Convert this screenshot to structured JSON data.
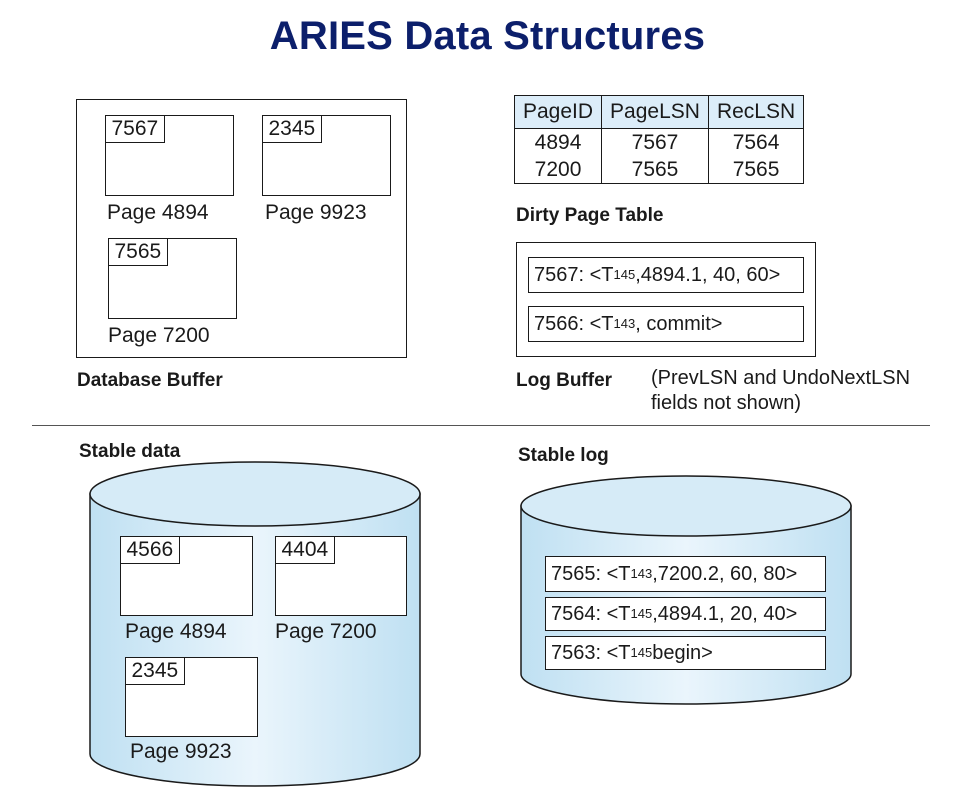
{
  "title": "ARIES Data Structures",
  "database_buffer": {
    "label": "Database Buffer",
    "pages": [
      {
        "lsn": "7567",
        "caption": "Page 4894"
      },
      {
        "lsn": "2345",
        "caption": "Page 9923"
      },
      {
        "lsn": "7565",
        "caption": "Page 7200"
      }
    ]
  },
  "dirty_page_table": {
    "label": "Dirty Page Table",
    "headers": [
      "PageID",
      "PageLSN",
      "RecLSN"
    ],
    "rows": [
      [
        "4894",
        "7567",
        "7564"
      ],
      [
        "7200",
        "7565",
        "7565"
      ]
    ]
  },
  "log_buffer": {
    "label": "Log Buffer",
    "note_line1": "(PrevLSN and UndoNextLSN",
    "note_line2": "fields not shown)",
    "records": [
      {
        "prefix": "7567: <T",
        "sub": "145",
        "suffix": ",4894.1, 40, 60>"
      },
      {
        "prefix": "7566: <T",
        "sub": "143",
        "suffix": ", commit>"
      }
    ]
  },
  "stable_data": {
    "label": "Stable data",
    "pages": [
      {
        "lsn": "4566",
        "caption": "Page 4894"
      },
      {
        "lsn": "4404",
        "caption": "Page 7200"
      },
      {
        "lsn": "2345",
        "caption": "Page 9923"
      }
    ]
  },
  "stable_log": {
    "label": "Stable log",
    "records": [
      {
        "prefix": "7565: <T",
        "sub": "143",
        "suffix": ",7200.2, 60, 80>"
      },
      {
        "prefix": "7564: <T",
        "sub": "145",
        "suffix": ",4894.1, 20, 40>"
      },
      {
        "prefix": "7563: <T",
        "sub": "145",
        "suffix": "begin>"
      }
    ]
  },
  "colors": {
    "title": "#0c1f6b",
    "cylinder_fill": "#d6ebf7",
    "table_header_fill": "#dcedf9"
  }
}
